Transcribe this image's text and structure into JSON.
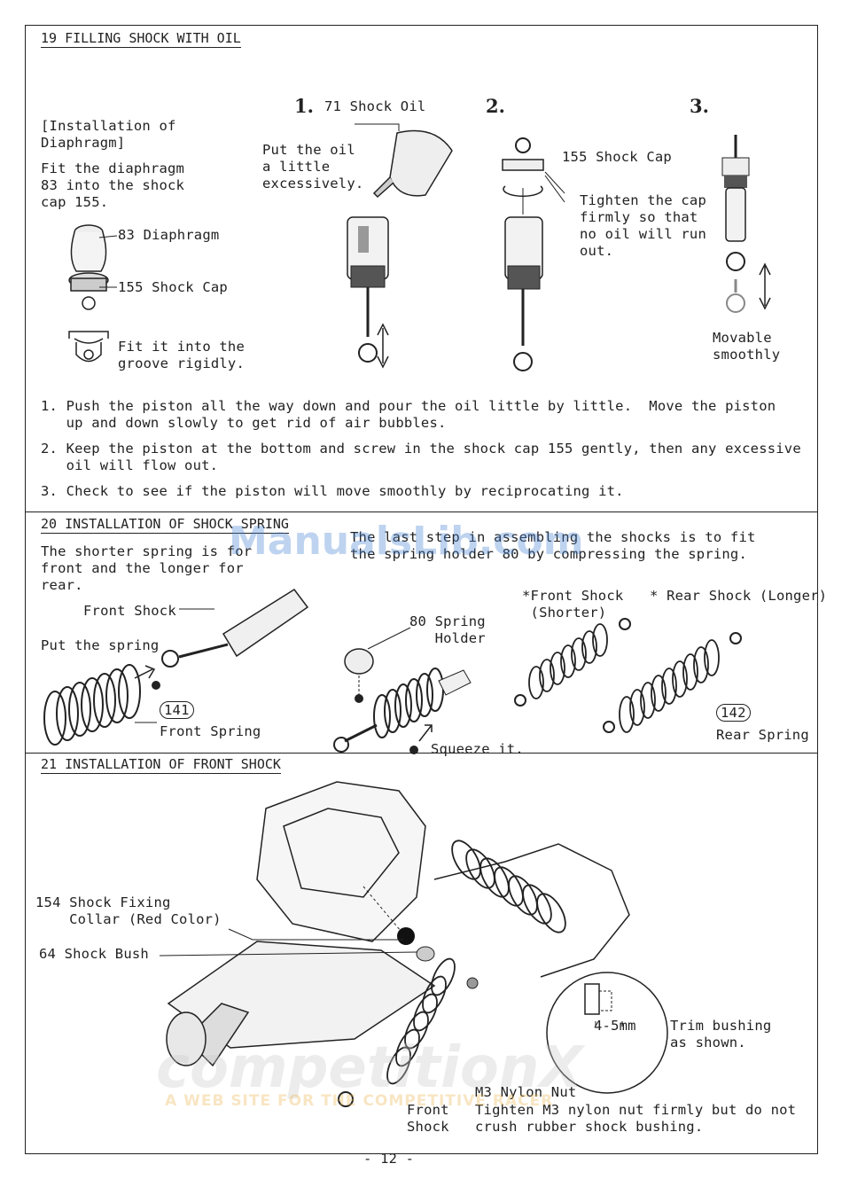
{
  "section19": {
    "title": "19 FILLING SHOCK WITH OIL",
    "install_heading": "[Installation of\nDiaphragm]",
    "install_text": "Fit the diaphragm\n83 into the shock\ncap 155.",
    "label_diaphragm": "83 Diaphragm",
    "label_shock_cap": "155 Shock Cap",
    "fit_groove": "Fit it into the\ngroove rigidly.",
    "step1_number": "1.",
    "step1_label": "71 Shock Oil",
    "step1_text": "Put the oil\na little\nexcessively.",
    "step2_number": "2.",
    "step2_label": "155 Shock Cap",
    "step2_text": "Tighten the cap\nfirmly so that\nno oil will run\nout.",
    "step3_number": "3.",
    "step3_text": "Movable\nsmoothly",
    "instructions": [
      "1. Push the piston all the way down and pour the oil little by little.  Move the piston\n   up and down slowly to get rid of air bubbles.",
      "2. Keep the piston at the bottom and screw in the shock cap 155 gently, then any excessive\n   oil will flow out.",
      "3. Check to see if the piston will move smoothly by reciprocating it."
    ]
  },
  "section20": {
    "title": "20 INSTALLATION OF SHOCK SPRING",
    "left_text": "The shorter spring is for\nfront and the longer for\nrear.",
    "right_text": "The last step in assembling the shocks is to fit\nthe spring holder 80 by compressing the spring.",
    "front_shock": "Front Shock",
    "put_spring": "Put the spring",
    "spring_141": "141",
    "front_spring": "Front Spring",
    "spring_holder": "80 Spring\n   Holder",
    "squeeze": "Squeeze it.",
    "front_shorter": "*Front Shock\n (Shorter)",
    "rear_longer": "* Rear Shock (Longer)",
    "spring_142": "142",
    "rear_spring": "Rear Spring"
  },
  "section21": {
    "title": "21 INSTALLATION OF FRONT SHOCK",
    "collar": "154 Shock Fixing\n    Collar (Red Color)",
    "bush": "64 Shock Bush",
    "dimension": "4-5mm",
    "trim": "Trim bushing\nas shown.",
    "nylon_nut": "M3 Nylon Nut",
    "tighten": "Tighten M3 nylon nut firmly but do not\ncrush rubber shock bushing.",
    "front_shock": "Front\nShock"
  },
  "watermarks": {
    "manualslib": "ManualsLib.com",
    "competitionx": "competitionX",
    "competitionx_tagline": "A WEB SITE FOR THE COMPETITIVE RACER"
  },
  "page_number": "- 12 -"
}
